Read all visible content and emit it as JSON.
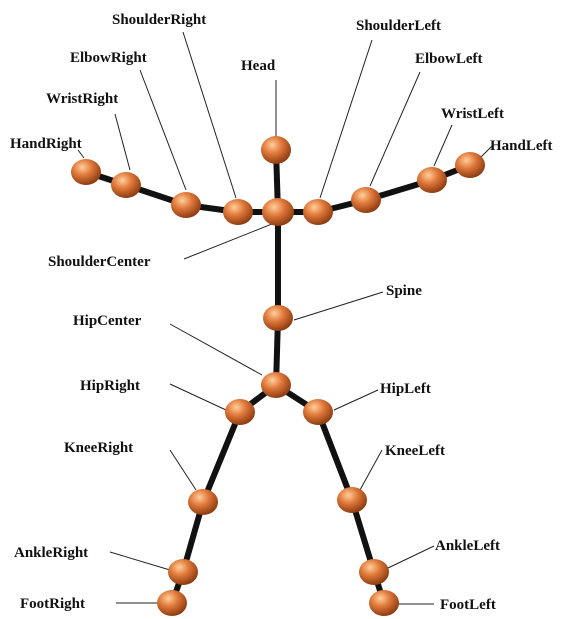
{
  "colors": {
    "joint": "#e0783a",
    "joint_highlight": "#ffcf9a",
    "joint_shadow": "#8a3a10",
    "bone": "#111111",
    "background": "#ffffff"
  },
  "joints": {
    "head": "Head",
    "shoulder_center": "ShoulderCenter",
    "shoulder_right": "ShoulderRight",
    "shoulder_left": "ShoulderLeft",
    "elbow_right": "ElbowRight",
    "elbow_left": "ElbowLeft",
    "wrist_right": "WristRight",
    "wrist_left": "WristLeft",
    "hand_right": "HandRight",
    "hand_left": "HandLeft",
    "spine": "Spine",
    "hip_center": "HipCenter",
    "hip_right": "HipRight",
    "hip_left": "HipLeft",
    "knee_right": "KneeRight",
    "knee_left": "KneeLeft",
    "ankle_right": "AnkleRight",
    "ankle_left": "AnkleLeft",
    "foot_right": "FootRight",
    "foot_left": "FootLeft"
  }
}
